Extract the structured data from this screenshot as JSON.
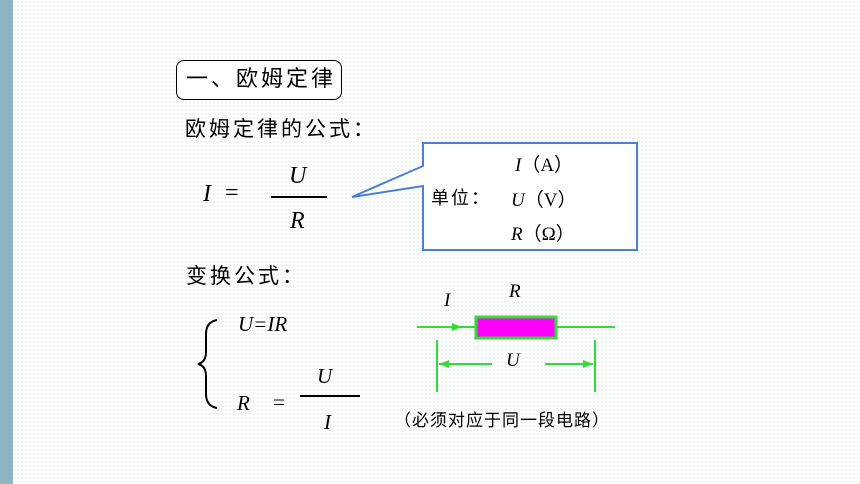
{
  "section_title": "一、欧姆定律",
  "formula_heading": "欧姆定律的公式：",
  "main_formula": {
    "lhs": "I",
    "eq": "=",
    "numerator": "U",
    "denominator": "R"
  },
  "units": {
    "label": "单位：",
    "items": [
      {
        "var": "I",
        "unit": "（A）"
      },
      {
        "var": "U",
        "unit": "（V）"
      },
      {
        "var": "R",
        "unit": "（Ω）"
      }
    ]
  },
  "transform_heading": "变换公式：",
  "transform": {
    "f1": "U=IR",
    "f2_lhs": "R",
    "f2_eq": "=",
    "f2_num": "U",
    "f2_den": "I"
  },
  "circuit": {
    "current": "I",
    "resistor": "R",
    "voltage": "U",
    "resistor_color": "#ff00ff",
    "wire_color": "#33dd33"
  },
  "note": "（必须对应于同一段电路）",
  "colors": {
    "callout_border": "#4a7fd4",
    "side_bar": "#8fb5c2"
  }
}
